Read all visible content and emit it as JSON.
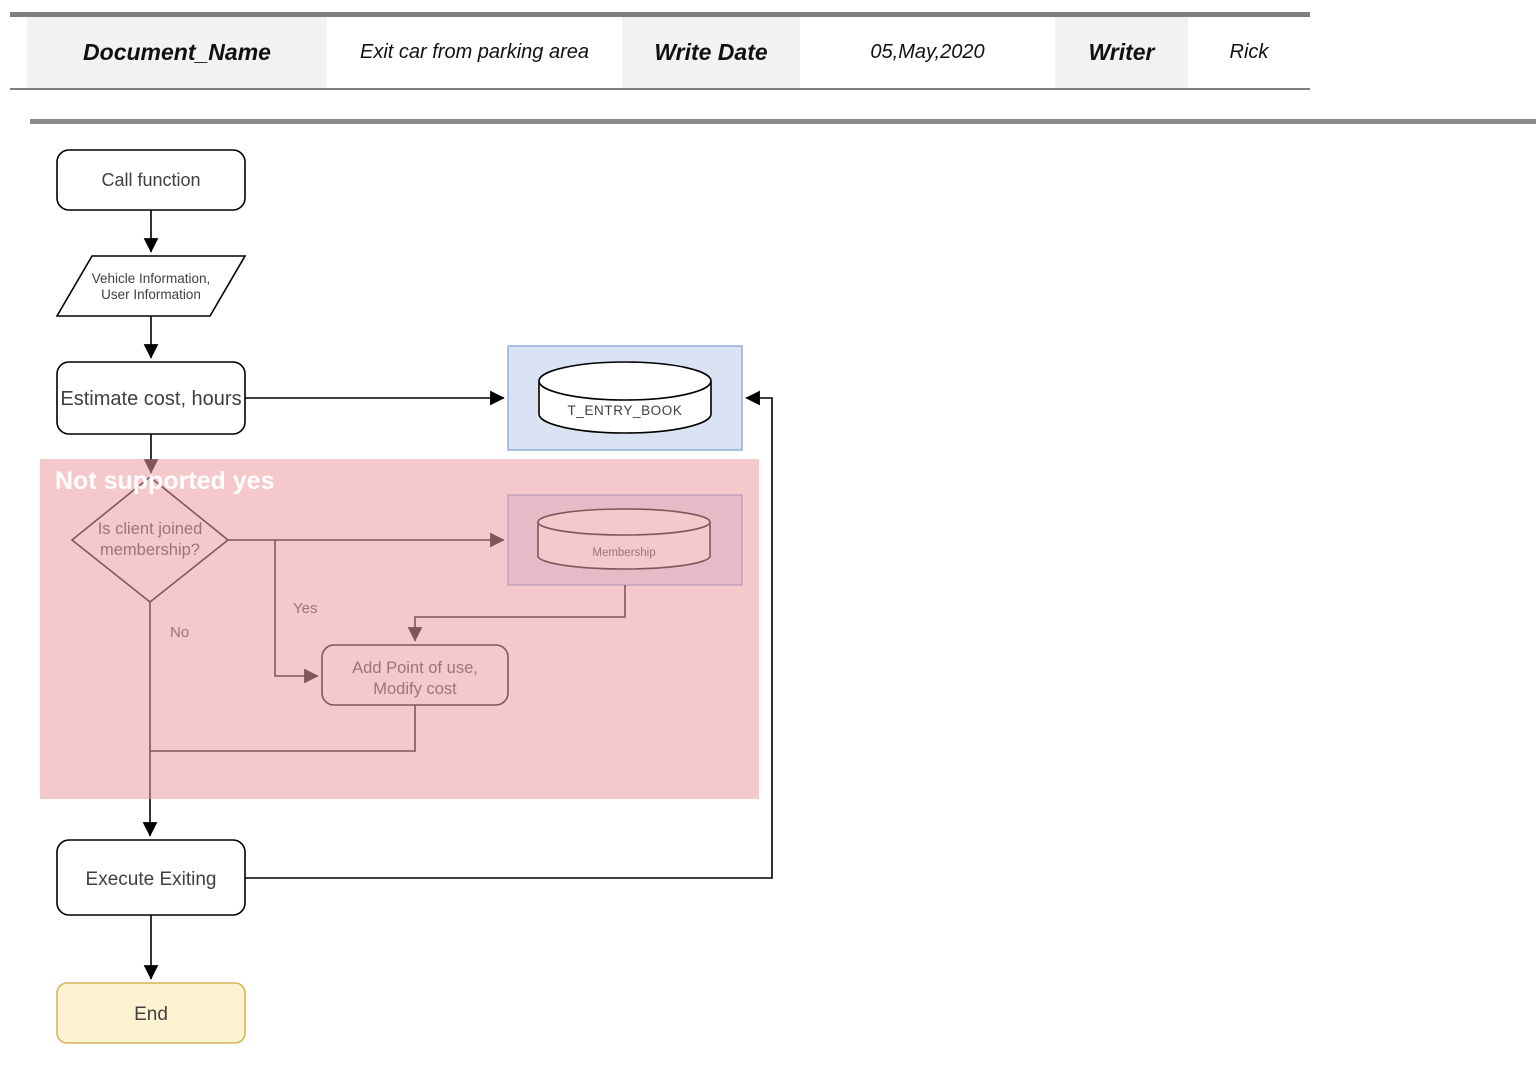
{
  "header": {
    "fields": [
      {
        "label": "Document_Name",
        "value": "Exit car from parking area"
      },
      {
        "label": "Write Date",
        "value": "05,May,2020"
      },
      {
        "label": "Writer",
        "value": "Rick"
      }
    ]
  },
  "flowchart": {
    "nodes": {
      "call_function": {
        "label": "Call function",
        "type": "start"
      },
      "input_info": {
        "line1": "Vehicle Information,",
        "line2": "User Information",
        "type": "input-output"
      },
      "estimate": {
        "label": "Estimate cost, hours",
        "type": "process"
      },
      "t_entry_book": {
        "label": "T_ENTRY_BOOK",
        "type": "database"
      },
      "decision": {
        "line1": "Is client joined",
        "line2": "membership?",
        "type": "decision"
      },
      "membership": {
        "label": "Membership",
        "type": "database"
      },
      "add_point": {
        "line1": "Add Point of use,",
        "line2": "Modify cost",
        "type": "process"
      },
      "execute_exiting": {
        "label": "Execute Exiting",
        "type": "process"
      },
      "end": {
        "label": "End",
        "type": "terminator"
      }
    },
    "edges": {
      "yes_label": "Yes",
      "no_label": "No"
    },
    "overlay": {
      "label": "Not supported yes"
    },
    "colors": {
      "pink_overlay": "#ec9aa3",
      "datastore_fill": "#dae3f3",
      "datastore_border": "#8da9db",
      "end_fill": "#fdf2d2",
      "end_border": "#d6b656",
      "divider_gray": "#7f7f7f",
      "header_cell_gray": "#f2f2f2"
    }
  }
}
